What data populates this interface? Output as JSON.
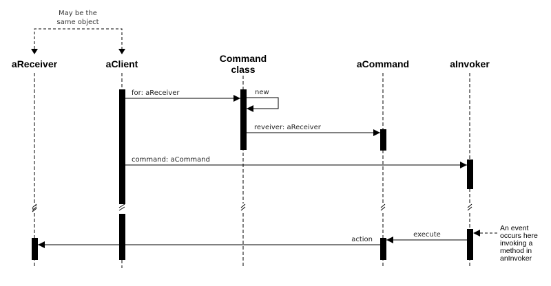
{
  "diagram": {
    "type": "sequence",
    "note_top": [
      "May be the",
      "same object"
    ],
    "lifelines": [
      {
        "id": "aReceiver",
        "title": [
          "aReceiver"
        ]
      },
      {
        "id": "aClient",
        "title": [
          "aClient"
        ]
      },
      {
        "id": "CommandClass",
        "title": [
          "Command",
          "class"
        ]
      },
      {
        "id": "aCommand",
        "title": [
          "aCommand"
        ]
      },
      {
        "id": "aInvoker",
        "title": [
          "aInvoker"
        ]
      }
    ],
    "messages": [
      {
        "id": "for",
        "from": "aClient",
        "to": "CommandClass",
        "label": "for: aReceiver"
      },
      {
        "id": "new",
        "from": "CommandClass",
        "to": "CommandClass",
        "label": "new"
      },
      {
        "id": "receiver",
        "from": "CommandClass",
        "to": "aCommand",
        "label": "reveiver: aReceiver"
      },
      {
        "id": "command",
        "from": "aClient",
        "to": "aInvoker",
        "label": "command: aCommand"
      },
      {
        "id": "execute",
        "from": "aInvoker",
        "to": "aCommand",
        "label": "execute"
      },
      {
        "id": "action",
        "from": "aCommand",
        "to": "aReceiver",
        "label": "action"
      }
    ],
    "side_note": [
      "An event",
      "occurs here",
      "invoking a",
      "method in",
      "anInvoker"
    ],
    "break_symbol": "//"
  }
}
